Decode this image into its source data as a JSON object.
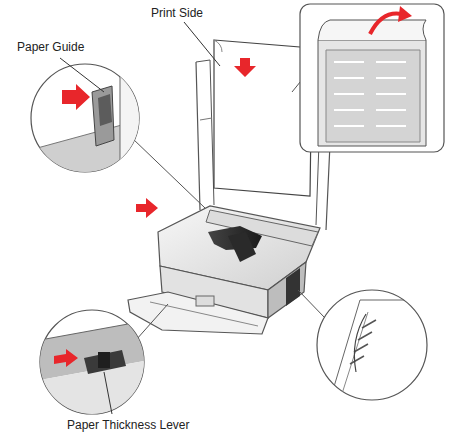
{
  "diagram": {
    "labels": [
      "Paper Guide",
      "Print Side",
      "Paper Thickness Lever"
    ]
  }
}
